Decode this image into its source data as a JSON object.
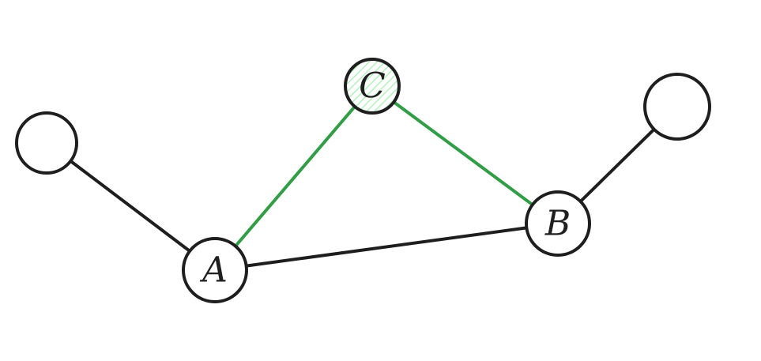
{
  "colors": {
    "ink": "#1e1e1e",
    "highlight": "#2f9e44",
    "highlight_fill": "#b2f2bb",
    "background": "#ffffff"
  },
  "nodes": [
    {
      "id": "A",
      "label": "A",
      "highlighted": false
    },
    {
      "id": "B",
      "label": "B",
      "highlighted": false
    },
    {
      "id": "C",
      "label": "C",
      "highlighted": true
    },
    {
      "id": "left",
      "label": "",
      "highlighted": false
    },
    {
      "id": "right",
      "label": "",
      "highlighted": false
    }
  ],
  "edges": [
    {
      "from": "left",
      "to": "A",
      "highlighted": false
    },
    {
      "from": "A",
      "to": "B",
      "highlighted": false
    },
    {
      "from": "B",
      "to": "right",
      "highlighted": false
    },
    {
      "from": "A",
      "to": "C",
      "highlighted": true
    },
    {
      "from": "C",
      "to": "B",
      "highlighted": true
    }
  ]
}
